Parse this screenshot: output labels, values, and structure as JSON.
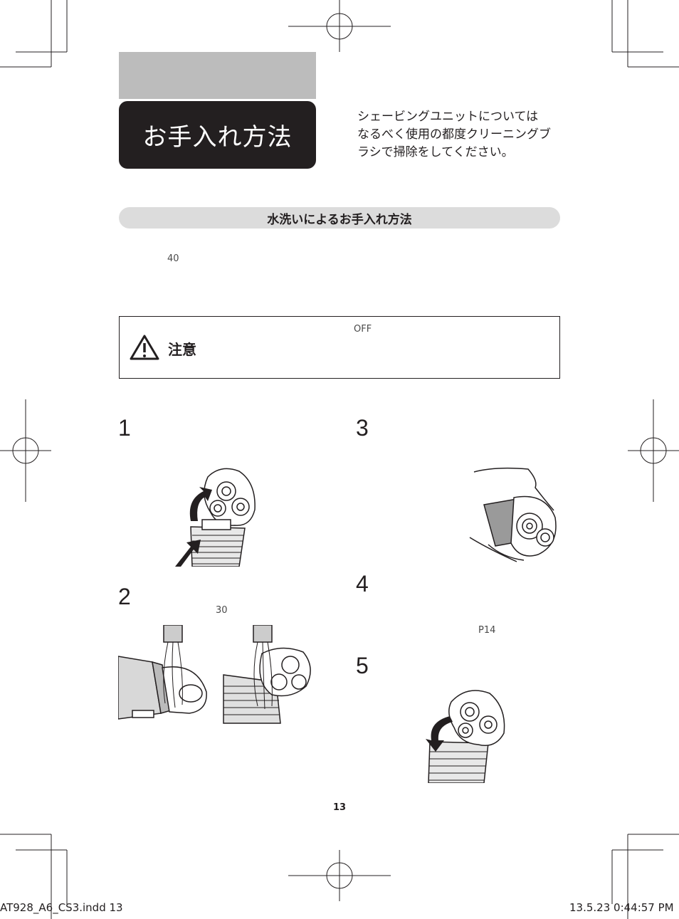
{
  "header": {
    "title": "お手入れ方法",
    "intro_lines": [
      "シェービングユニットについては",
      "なるべく使用の都度クリーニングブ",
      "ラシで掃除をしてください。"
    ]
  },
  "section": {
    "title": "水洗いによるお手入れ方法",
    "note_value": "40"
  },
  "caution": {
    "label": "注意",
    "off_text": "OFF"
  },
  "steps": {
    "s1": "1",
    "s2": "2",
    "s2_value": "30",
    "s3": "3",
    "s4": "4",
    "s4_ref": "P14",
    "s5": "5"
  },
  "page_number": "13",
  "footer": {
    "file": "AT928_A6_CS3.indd   13",
    "timestamp": "13.5.23   0:44:57 PM"
  }
}
